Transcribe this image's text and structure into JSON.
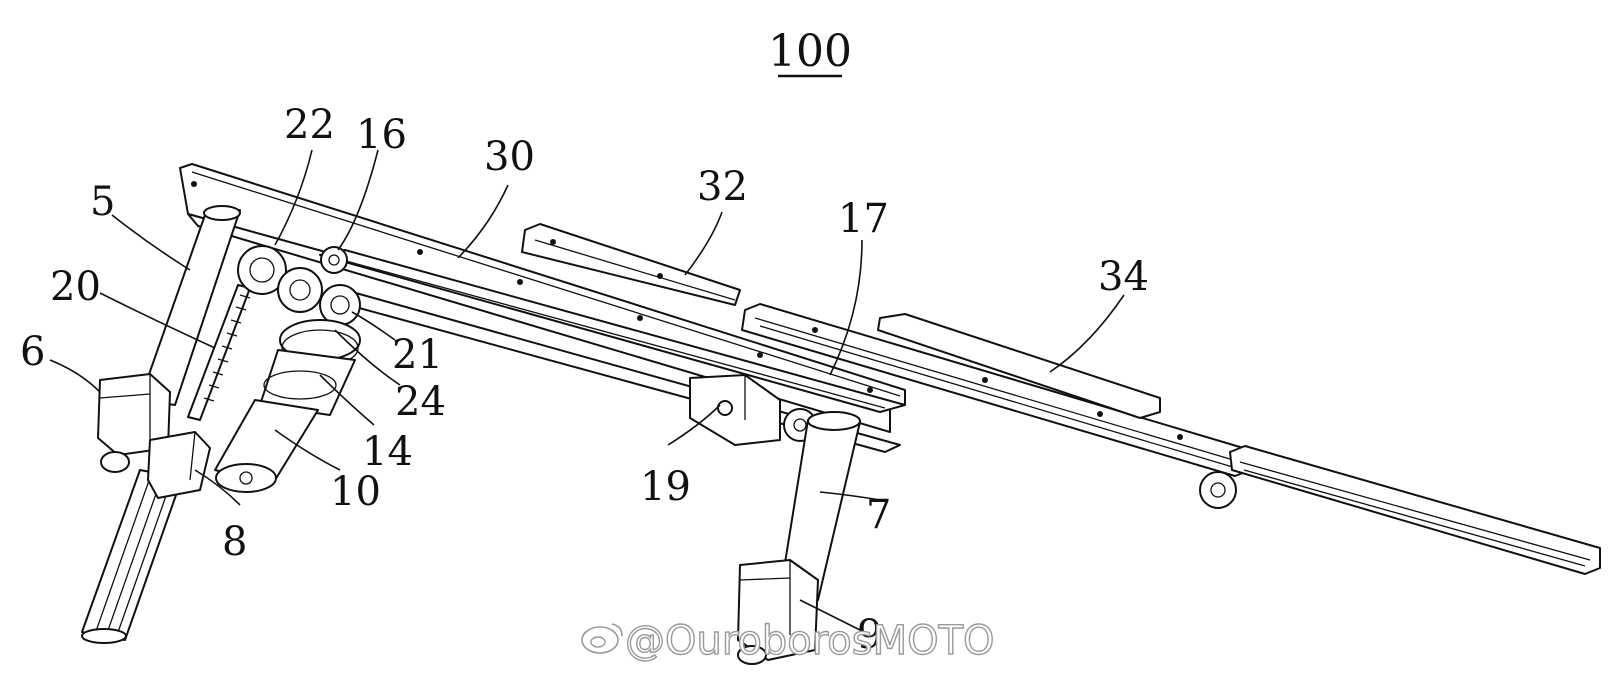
{
  "figure": {
    "title": "100"
  },
  "labels": [
    {
      "id": "22",
      "text": "22"
    },
    {
      "id": "16",
      "text": "16"
    },
    {
      "id": "30",
      "text": "30"
    },
    {
      "id": "32",
      "text": "32"
    },
    {
      "id": "17",
      "text": "17"
    },
    {
      "id": "34",
      "text": "34"
    },
    {
      "id": "5",
      "text": "5"
    },
    {
      "id": "20",
      "text": "20"
    },
    {
      "id": "6",
      "text": "6"
    },
    {
      "id": "21",
      "text": "21"
    },
    {
      "id": "24",
      "text": "24"
    },
    {
      "id": "14",
      "text": "14"
    },
    {
      "id": "10",
      "text": "10"
    },
    {
      "id": "8",
      "text": "8"
    },
    {
      "id": "19",
      "text": "19"
    },
    {
      "id": "7",
      "text": "7"
    },
    {
      "id": "9",
      "text": "9"
    }
  ],
  "watermark": {
    "text": "@OuroborosMOTO",
    "icon": "weibo-logo-icon"
  }
}
